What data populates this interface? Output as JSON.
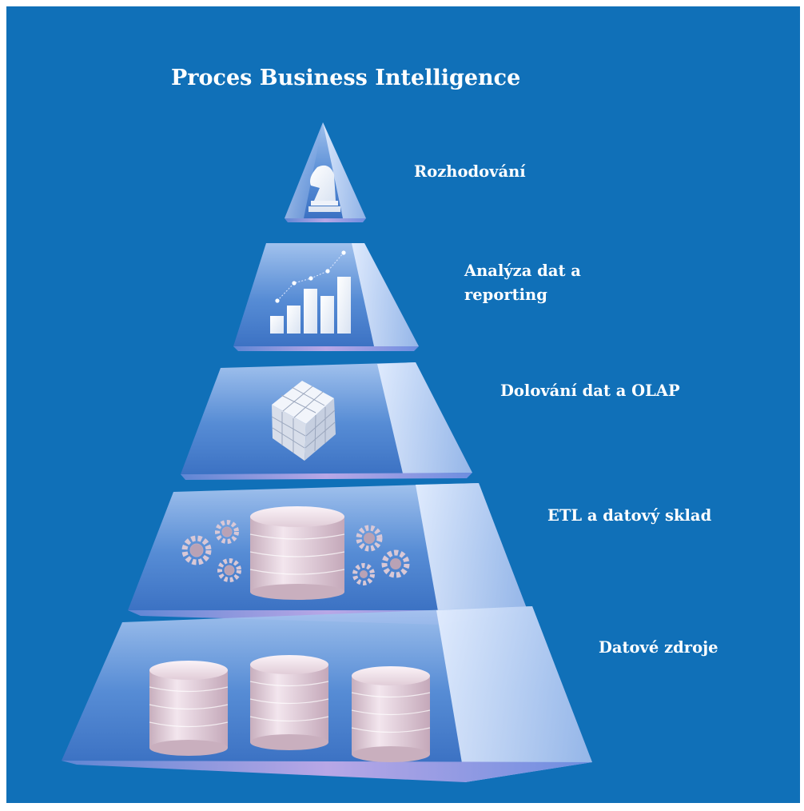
{
  "title": "Proces Business Intelligence",
  "levels": [
    {
      "label": "Rozhodování",
      "icon": "chess-knight-icon"
    },
    {
      "label_line1": "Analýza dat a",
      "label_line2": "reporting",
      "icon": "bar-chart-icon"
    },
    {
      "label": "Dolování dat a OLAP",
      "icon": "data-cube-icon"
    },
    {
      "label": "ETL a datový sklad",
      "icons": [
        "gears-icon",
        "database-icon",
        "gears-icon"
      ]
    },
    {
      "label": "Datové zdroje",
      "icons": [
        "database-icon",
        "database-icon",
        "database-icon"
      ]
    }
  ],
  "colors": {
    "background": "#1070b8",
    "text": "#ffffff",
    "glass": "#8fb2e8",
    "cylinder": "#e7d4de"
  }
}
